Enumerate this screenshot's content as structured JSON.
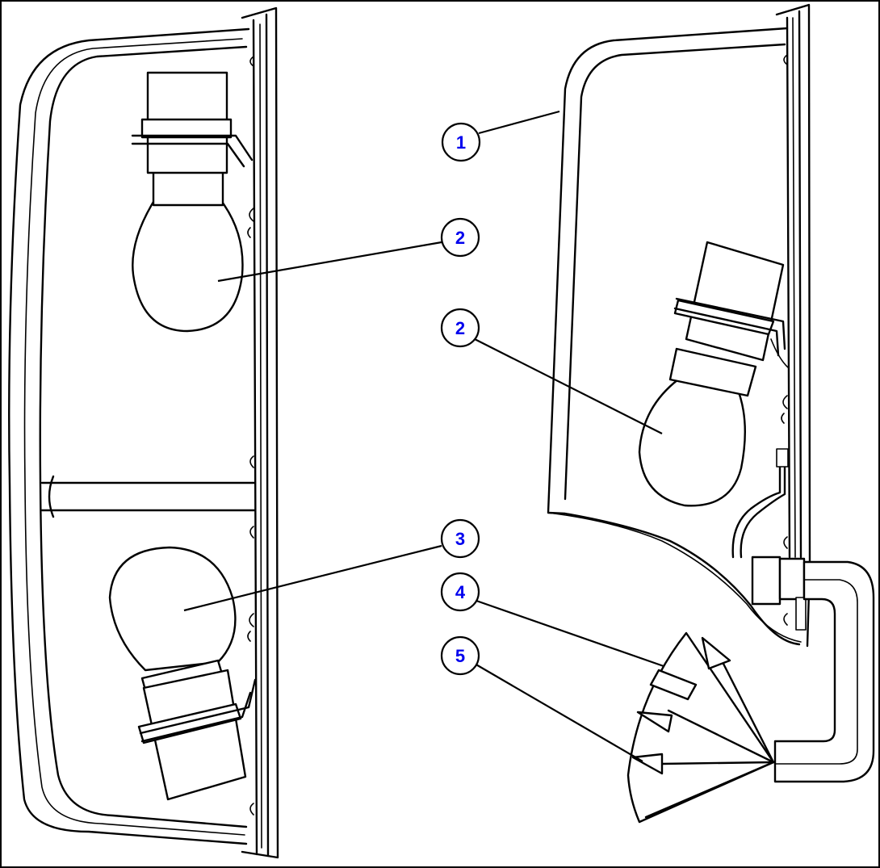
{
  "callouts": [
    {
      "label": "1"
    },
    {
      "label": "2"
    },
    {
      "label": "2"
    },
    {
      "label": "3"
    },
    {
      "label": "4"
    },
    {
      "label": "5"
    }
  ],
  "colors": {
    "callout_text": "#0000ee",
    "line": "#000000",
    "background": "#ffffff"
  }
}
